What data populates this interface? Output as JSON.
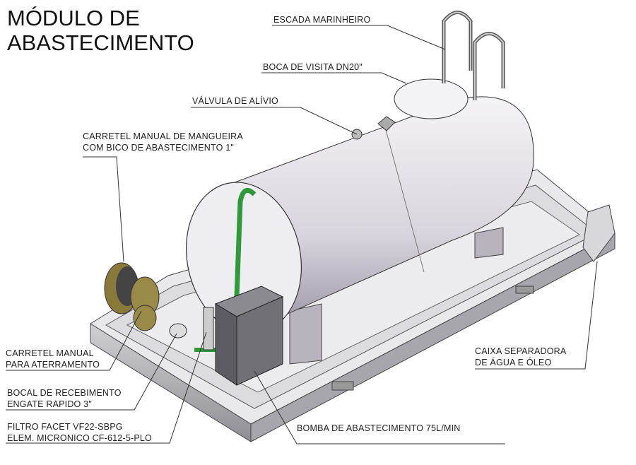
{
  "title": {
    "line1": "MÓDULO DE",
    "line2": "ABASTECIMENTO"
  },
  "labels": {
    "ladder": "ESCADA MARINHEIRO",
    "manhole": "BOCA DE VISITA DN20\"",
    "relief_valve": "VÁLVULA DE ALÍVIO",
    "hose_reel_1": "CARRETEL MANUAL DE MANGUEIRA",
    "hose_reel_2": "COM BICO DE ABASTECIMENTO 1\"",
    "ground_reel_1": "CARRETEL MANUAL",
    "ground_reel_2": "PARA ATERRAMENTO",
    "inlet_1": "BOCAL DE RECEBIMENTO",
    "inlet_2": "ENGATE RAPIDO 3\"",
    "filter_1": "FILTRO FACET VF22-SBPG",
    "filter_2": "ELEM. MICRONICO CF-612-5-PLO",
    "pump": "BOMBA DE ABASTECIMENTO  75L/MIN",
    "separator_1": "CAIXA SEPARADORA",
    "separator_2": "DE ÁGUA E ÓLEO"
  },
  "colors": {
    "tank": "#e6e3ea",
    "skid": "#b8b8bc",
    "pipe": "#2e9a3a",
    "pump": "#6c6c70",
    "reel": "#8a7a3a"
  }
}
